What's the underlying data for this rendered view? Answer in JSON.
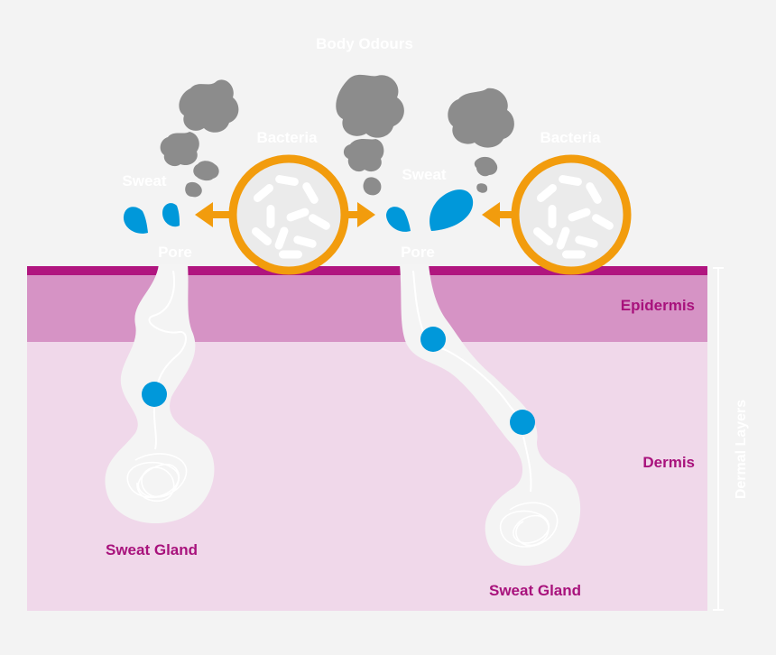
{
  "labels": {
    "title": "Body Odours",
    "bacteria_left": "Bacteria",
    "bacteria_right": "Bacteria",
    "sweat_left": "Sweat",
    "sweat_right": "Sweat",
    "pore_left": "Pore",
    "pore_right": "Pore",
    "epidermis": "Epidermis",
    "dermis": "Dermis",
    "sweat_gland_left": "Sweat Gland",
    "sweat_gland_right": "Sweat Gland",
    "dermal_layers": "Dermal Layers"
  },
  "colors": {
    "background": "#f3f3f3",
    "skin_surface": "#b0157f",
    "epidermis": "#d693c5",
    "dermis": "#f0d8ea",
    "duct": "#f4f4f4",
    "sweat_drop": "#0098da",
    "bacteria_ring": "#f29c0d",
    "odour_cloud": "#8c8c8c",
    "label_magenta": "#a8127c"
  }
}
